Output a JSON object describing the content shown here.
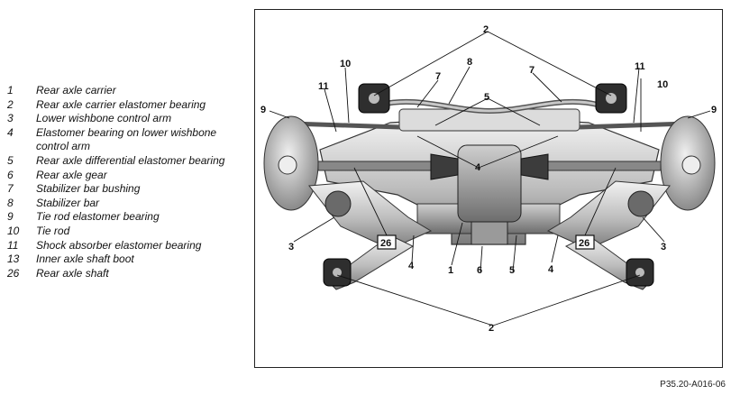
{
  "legend": [
    {
      "num": "1",
      "text": "Rear axle carrier"
    },
    {
      "num": "2",
      "text": "Rear axle carrier elastomer bearing"
    },
    {
      "num": "3",
      "text": "Lower wishbone control arm"
    },
    {
      "num": "4",
      "text": "Elastomer bearing on lower wishbone control arm"
    },
    {
      "num": "5",
      "text": "Rear axle differential elastomer bearing"
    },
    {
      "num": "6",
      "text": "Rear axle gear"
    },
    {
      "num": "7",
      "text": "Stabilizer bar bushing"
    },
    {
      "num": "8",
      "text": "Stabilizer bar"
    },
    {
      "num": "9",
      "text": "Tie rod elastomer bearing"
    },
    {
      "num": "10",
      "text": "Tie rod"
    },
    {
      "num": "11",
      "text": "Shock absorber elastomer bearing"
    },
    {
      "num": "13",
      "text": "Inner axle shaft boot"
    },
    {
      "num": "26",
      "text": "Rear axle shaft"
    }
  ],
  "callouts": {
    "c2_top": "2",
    "c2_bottom": "2",
    "c7_left": "7",
    "c7_right": "7",
    "c8": "8",
    "c10_left": "10",
    "c10_right": "10",
    "c11_left": "11",
    "c11_right": "11",
    "c9_left": "9",
    "c9_right": "9",
    "c5_top": "5",
    "c5_bottom": "5",
    "c4_center": "4",
    "c4_left": "4",
    "c4_right": "4",
    "c3_left": "3",
    "c3_right": "3",
    "c26_left": "26",
    "c26_right": "26",
    "c1": "1",
    "c6": "6"
  },
  "reference_code": "P35.20-A016-06"
}
